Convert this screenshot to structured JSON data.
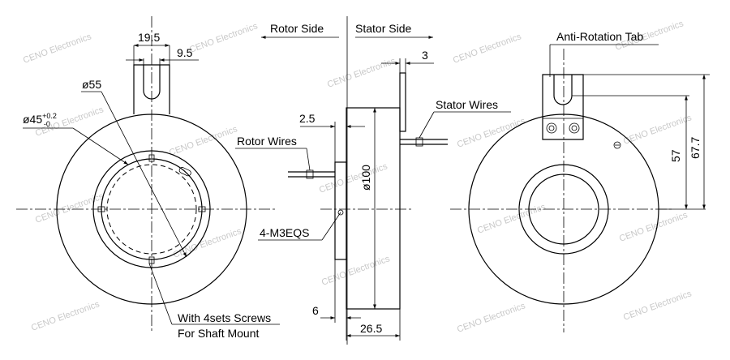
{
  "labels": {
    "rotor_side": "Rotor Side",
    "stator_side": "Stator Side",
    "anti_rotation_tab": "Anti-Rotation Tab",
    "stator_wires": "Stator Wires",
    "rotor_wires": "Rotor Wires",
    "screws": "4-M3EQS",
    "shaft_mount_line1": "With 4sets Screws",
    "shaft_mount_line2": "For Shaft Mount"
  },
  "dimensions": {
    "tab_width": "19.5",
    "tab_slot": "9.5",
    "bore_dia": "ø55",
    "inner_dia": "ø45",
    "inner_tol_upper": "+0.2",
    "inner_tol_lower": "-0",
    "flange_thickness": "3",
    "rotor_step": "2.5",
    "outer_dia": "ø100",
    "rotor_bottom": "6",
    "body_length": "26.5",
    "tab_height_57": "57",
    "tab_height_67": "67.7"
  },
  "watermark": "CENO Electronics"
}
